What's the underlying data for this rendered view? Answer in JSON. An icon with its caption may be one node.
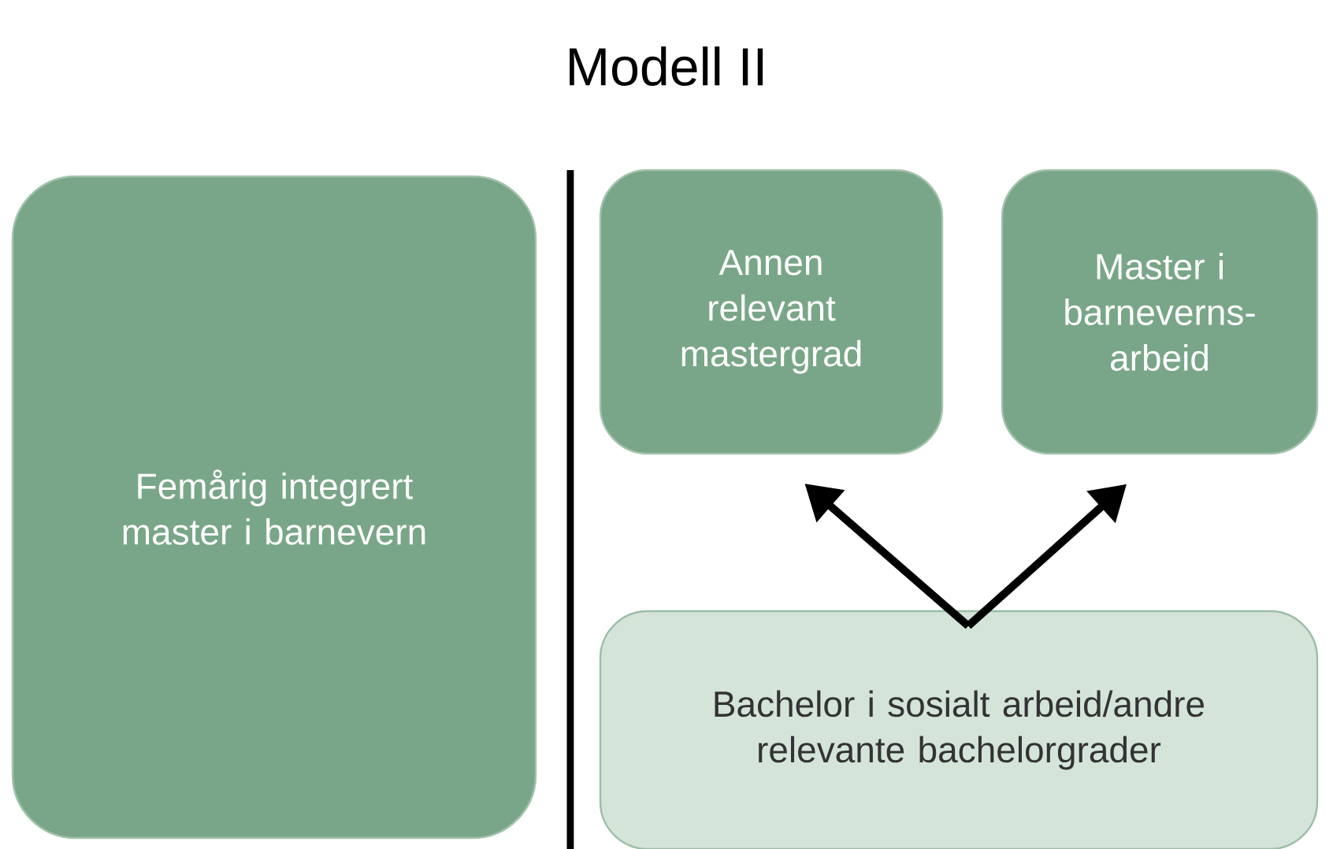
{
  "diagram": {
    "title": "Modell II",
    "nodes": [
      {
        "text": [
          "Femårig integrert master i barnevern"
        ]
      },
      {
        "text": [
          "Annen relevant mastergrad"
        ]
      },
      {
        "text": [
          "Master i barneverns-arbeid"
        ]
      },
      {
        "text": [
          "Bachelor i sosialt arbeid/andre relevante bachelorgrader"
        ]
      }
    ],
    "edges": [
      {
        "from": 3,
        "to": 1,
        "arrow": "to"
      },
      {
        "from": 3,
        "to": 2,
        "arrow": "to"
      }
    ]
  }
}
